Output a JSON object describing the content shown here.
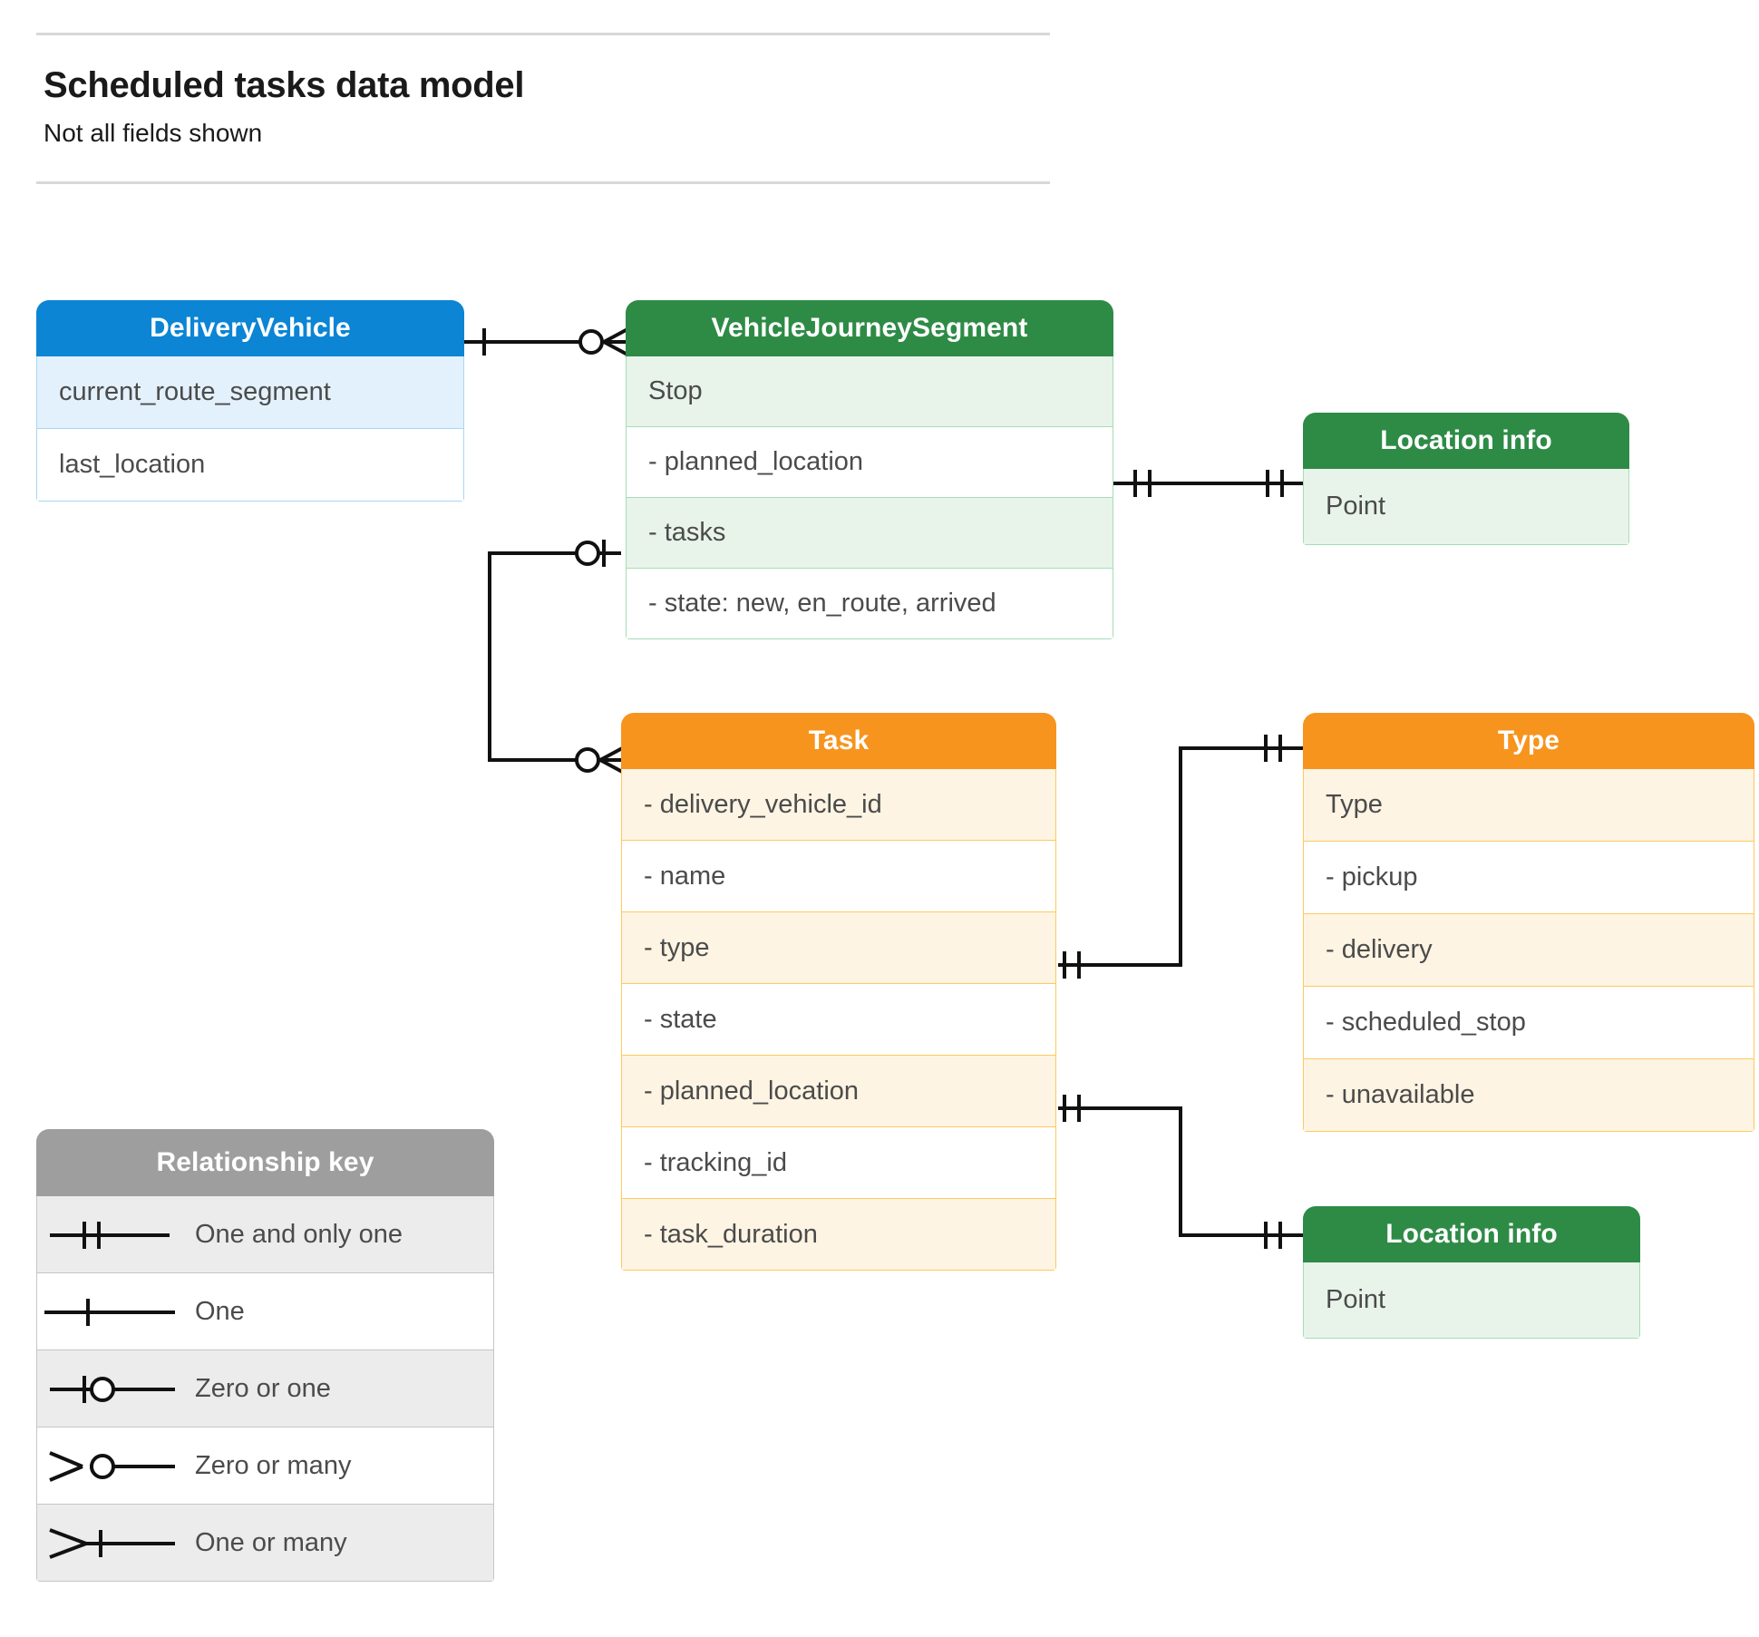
{
  "header": {
    "title": "Scheduled tasks data model",
    "subtitle": "Not all fields shown"
  },
  "colors": {
    "blue": "#0b85d4",
    "blue_row": "#e3f1fc",
    "blue_border": "#a8d5f4",
    "green": "#2e8b46",
    "green_row": "#e8f4ea",
    "green_border": "#a8dcb5",
    "orange": "#f7941e",
    "orange_row": "#fef4e3",
    "orange_border": "#ffc95e",
    "grey": "#9e9e9e",
    "grey_row": "#ececec",
    "connector": "#111111",
    "text": "#4b4b4b"
  },
  "entities": {
    "delivery_vehicle": {
      "title": "DeliveryVehicle",
      "rows": [
        "current_route_segment",
        "last_location"
      ]
    },
    "vehicle_journey_segment": {
      "title": "VehicleJourneySegment",
      "rows": [
        "Stop",
        "-  planned_location",
        "- tasks",
        "- state: new, en_route, arrived"
      ]
    },
    "location_info_top": {
      "title": "Location info",
      "rows": [
        "Point"
      ]
    },
    "task": {
      "title": "Task",
      "rows": [
        "- delivery_vehicle_id",
        "- name",
        "- type",
        "- state",
        "- planned_location",
        "- tracking_id",
        "- task_duration"
      ]
    },
    "type": {
      "title": "Type",
      "rows": [
        "Type",
        "-   pickup",
        "-   delivery",
        "-   scheduled_stop",
        "-   unavailable"
      ]
    },
    "location_info_bottom": {
      "title": "Location info",
      "rows": [
        "Point"
      ]
    }
  },
  "legend": {
    "title": "Relationship key",
    "items": [
      {
        "label": "One and only one",
        "symbol": "one-and-only-one"
      },
      {
        "label": "One",
        "symbol": "one"
      },
      {
        "label": "Zero or one",
        "symbol": "zero-or-one"
      },
      {
        "label": "Zero or many",
        "symbol": "zero-or-many"
      },
      {
        "label": "One or many",
        "symbol": "one-or-many"
      }
    ]
  },
  "relationships": [
    {
      "from": "DeliveryVehicle",
      "to": "VehicleJourneySegment",
      "from_card": "one",
      "to_card": "zero-or-many"
    },
    {
      "from": "VehicleJourneySegment.planned_location",
      "to": "Location info",
      "from_card": "one-and-only-one",
      "to_card": "one-and-only-one"
    },
    {
      "from": "VehicleJourneySegment.tasks",
      "to": "Task",
      "from_card": "zero-or-one",
      "to_card": "zero-or-many"
    },
    {
      "from": "Task.type",
      "to": "Type",
      "from_card": "one-and-only-one",
      "to_card": "one-and-only-one"
    },
    {
      "from": "Task.planned_location",
      "to": "Location info",
      "from_card": "one-and-only-one",
      "to_card": "one-and-only-one"
    }
  ]
}
